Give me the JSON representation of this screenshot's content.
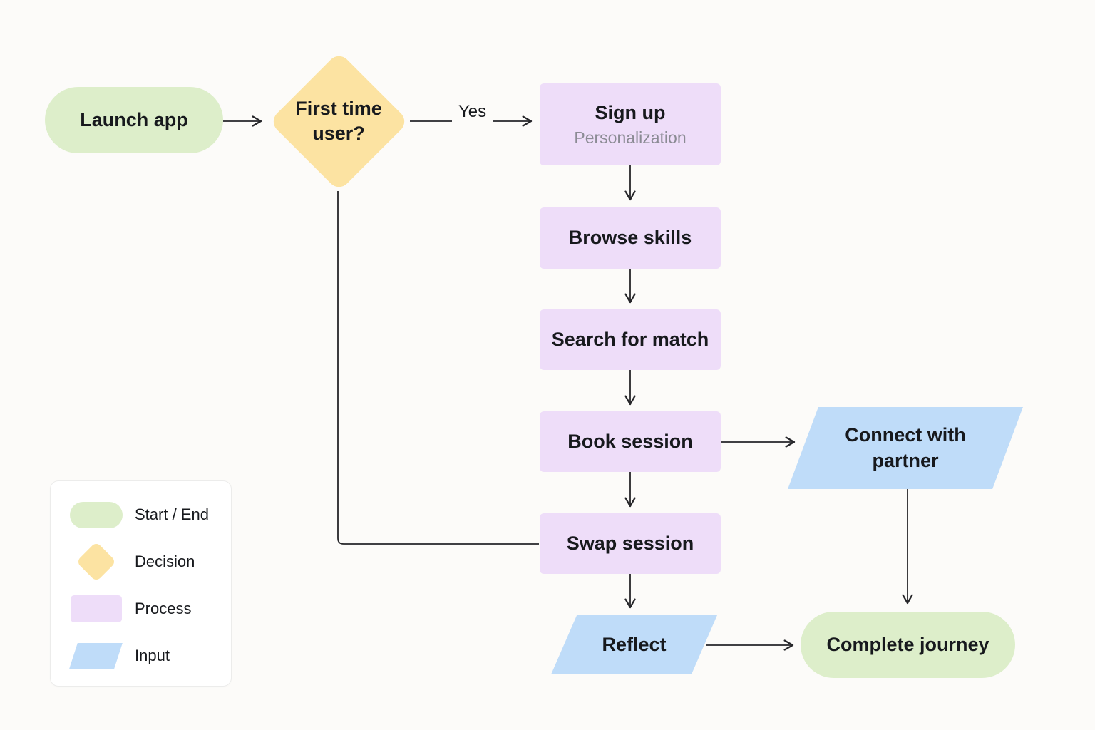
{
  "theme": {
    "page-bg": "#fcfbf9",
    "start-end-fill": "#ddeeca",
    "decision-fill": "#fce3a2",
    "process-fill": "#eeddf9",
    "input-fill": "#bfdcf9",
    "text-color": "#17191d",
    "muted-text": "#8b8b94",
    "line-color": "#26262a",
    "legend-border": "#ececeb",
    "legend-bg": "#ffffff"
  },
  "flowchart": {
    "nodes": {
      "launch_app": {
        "label": "Launch app",
        "type": "start-end"
      },
      "first_time_user": {
        "label": "First time user?",
        "type": "decision"
      },
      "sign_up": {
        "label": "Sign up",
        "sublabel": "Personalization",
        "type": "process"
      },
      "browse_skills": {
        "label": "Browse skills",
        "type": "process"
      },
      "search_for_match": {
        "label": "Search for match",
        "type": "process"
      },
      "book_session": {
        "label": "Book session",
        "type": "process"
      },
      "connect_with_partner": {
        "label": "Connect with partner",
        "type": "input"
      },
      "swap_session": {
        "label": "Swap session",
        "type": "process"
      },
      "reflect": {
        "label": "Reflect",
        "type": "input"
      },
      "complete_journey": {
        "label": "Complete journey",
        "type": "start-end"
      }
    },
    "edge_labels": {
      "first_time_yes": "Yes"
    }
  },
  "legend": {
    "items": [
      {
        "type": "start-end",
        "label": "Start / End"
      },
      {
        "type": "decision",
        "label": "Decision"
      },
      {
        "type": "process",
        "label": "Process"
      },
      {
        "type": "input",
        "label": "Input"
      }
    ]
  }
}
